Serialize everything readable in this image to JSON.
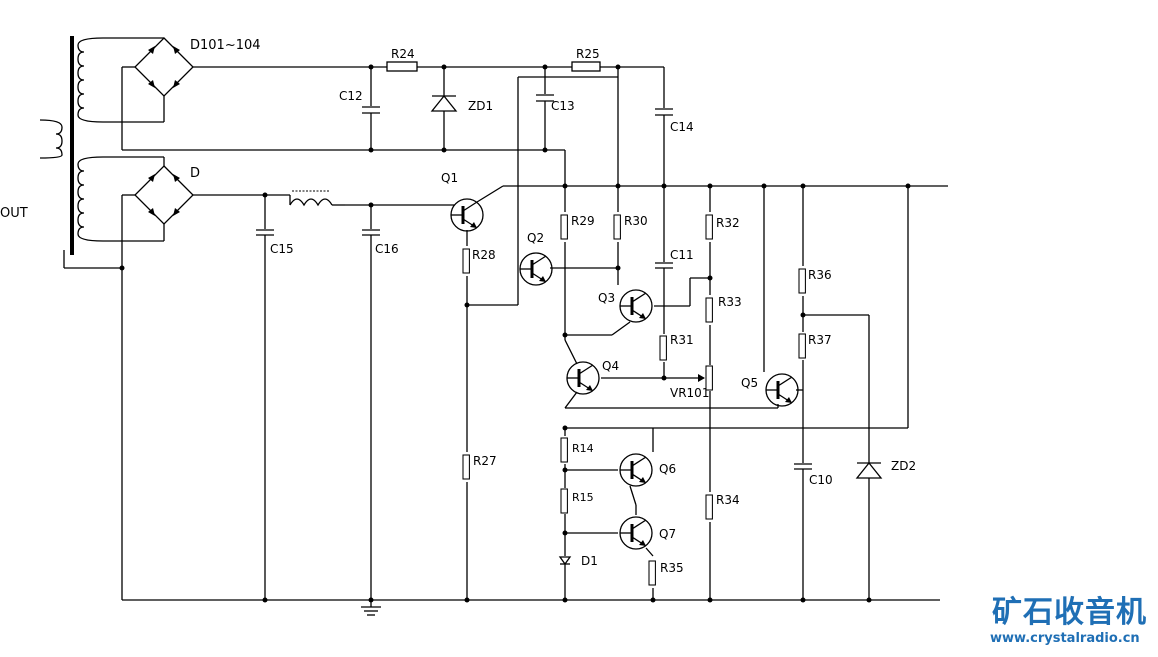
{
  "diagram": {
    "labels": {
      "d101": "D101~104",
      "d": "D",
      "out": "OUT",
      "r24": "R24",
      "r25": "R25",
      "c12": "C12",
      "zd1": "ZD1",
      "c13": "C13",
      "c14": "C14",
      "q1": "Q1",
      "c15": "C15",
      "c16": "C16",
      "r28": "R28",
      "r29": "R29",
      "r30": "R30",
      "r32": "R32",
      "q2": "Q2",
      "c11": "C11",
      "q3": "Q3",
      "r33": "R33",
      "r36": "R36",
      "r37": "R37",
      "r31": "R31",
      "q4": "Q4",
      "vr101": "VR101",
      "q5": "Q5",
      "r14": "R14",
      "q6": "Q6",
      "r15": "R15",
      "q7": "Q7",
      "d1": "D1",
      "r35": "R35",
      "r27": "R27",
      "r34": "R34",
      "c10": "C10",
      "zd2": "ZD2"
    }
  },
  "watermark": {
    "title": "矿石收音机",
    "url": "www.crystalradio.cn"
  }
}
